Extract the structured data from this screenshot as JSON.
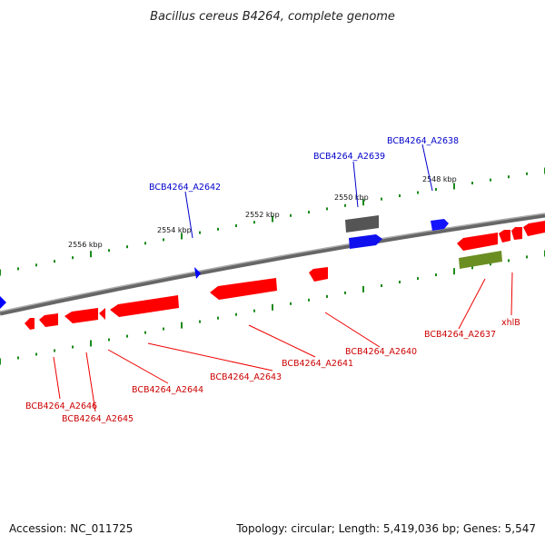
{
  "title": "Bacillus cereus B4264, complete genome",
  "footer": {
    "accession": "Accession: NC_011725",
    "summary": "Topology: circular; Length: 5,419,036 bp; Genes: 5,547"
  },
  "colors": {
    "reverse_gene": "#ff0000",
    "forward_gene": "#0000ff",
    "rna_feature": "#6b8e23",
    "pseudo_feature": "#555555",
    "backbone": "#777777",
    "ticks": "#1a8a1a",
    "forward_label": "#0000cc",
    "reverse_label": "#cc0000"
  },
  "scale_labels": [
    "2556 kbp",
    "2554 kbp",
    "2552 kbp",
    "2550 kbp",
    "2548 kbp"
  ],
  "gene_labels": {
    "forward": [
      "BCB4264_A2638",
      "BCB4264_A2639",
      "BCB4264_A2642"
    ],
    "reverse": [
      "BCB4264_A2637",
      "xhlB",
      "BCB4264_A2640",
      "BCB4264_A2641",
      "BCB4264_A2643",
      "BCB4264_A2644",
      "BCB4264_A2645",
      "BCB4264_A2646"
    ]
  }
}
